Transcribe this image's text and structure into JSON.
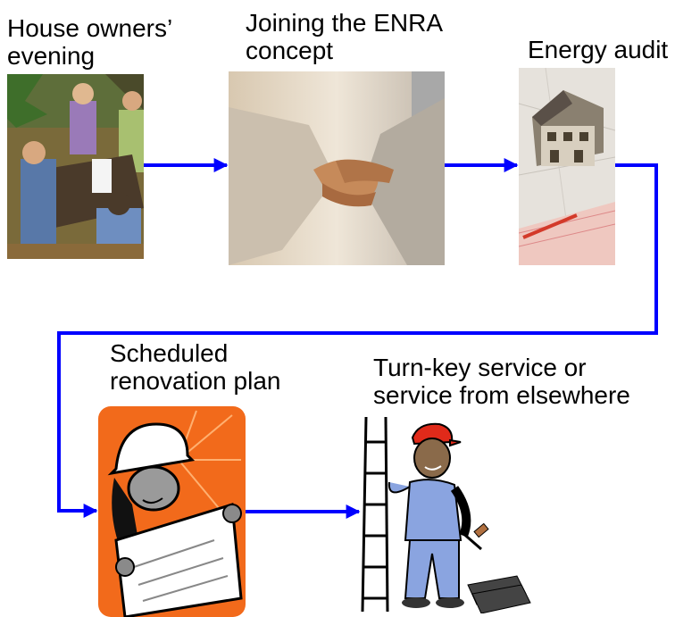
{
  "steps": [
    {
      "label": "House owners’\nevening",
      "icon": "meeting-clipart-icon"
    },
    {
      "label": "Joining the ENRA\nconcept",
      "icon": "handshake-photo-icon"
    },
    {
      "label": "Energy audit",
      "icon": "house-model-blueprint-icon"
    },
    {
      "label": "Scheduled\nrenovation plan",
      "icon": "engineer-with-plan-icon"
    },
    {
      "label": "Turn-key service or\nservice from elsewhere",
      "icon": "worker-with-ladder-icon"
    }
  ],
  "colors": {
    "arrow": "#0000ff",
    "text": "#000000",
    "plan_background": "#f26a1b"
  }
}
